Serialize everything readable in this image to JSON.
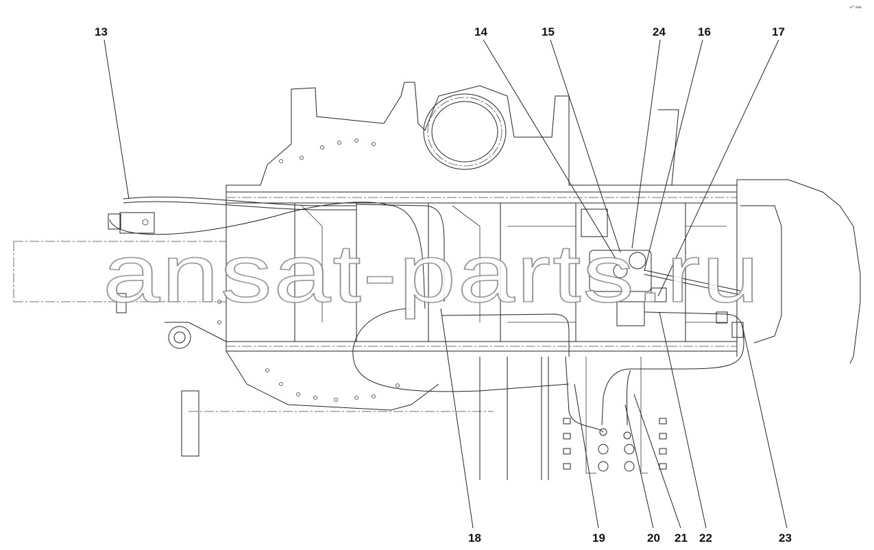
{
  "watermark": "ansat-parts.ru",
  "corner_mark": "a°° aoa",
  "callouts": {
    "n13": "13",
    "n14": "14",
    "n15": "15",
    "n24": "24",
    "n16": "16",
    "n17": "17",
    "n18": "18",
    "n19": "19",
    "n20": "20",
    "n21": "21",
    "n22": "22",
    "n23": "23"
  }
}
